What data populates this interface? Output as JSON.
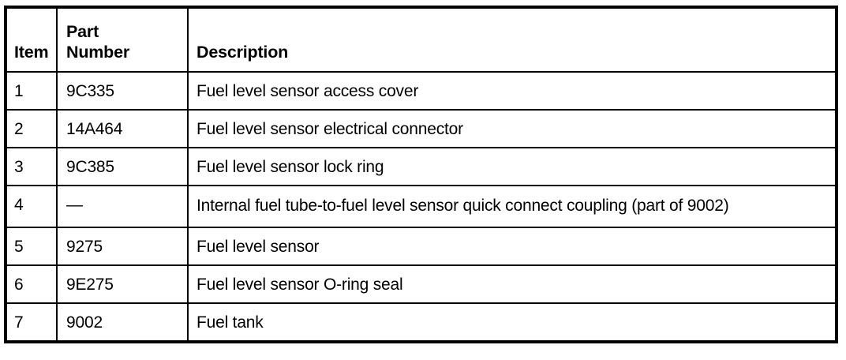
{
  "table": {
    "columns": [
      {
        "key": "item",
        "label": "Item"
      },
      {
        "key": "part",
        "label": "Part\nNumber"
      },
      {
        "key": "desc",
        "label": "Description"
      }
    ],
    "rows": [
      {
        "item": "1",
        "part": "9C335",
        "desc": "Fuel level sensor access cover"
      },
      {
        "item": "2",
        "part": "14A464",
        "desc": "Fuel level sensor electrical connector"
      },
      {
        "item": "3",
        "part": "9C385",
        "desc": "Fuel level sensor lock ring"
      },
      {
        "item": "4",
        "part": "—",
        "desc": "Internal fuel tube-to-fuel level sensor quick connect coupling (part of 9002)"
      },
      {
        "item": "5",
        "part": "9275",
        "desc": "Fuel level sensor"
      },
      {
        "item": "6",
        "part": "9E275",
        "desc": "Fuel level sensor O-ring seal"
      },
      {
        "item": "7",
        "part": "9002",
        "desc": "Fuel tank"
      }
    ]
  },
  "colors": {
    "border": "#000000",
    "text": "#000000",
    "background": "#ffffff"
  }
}
